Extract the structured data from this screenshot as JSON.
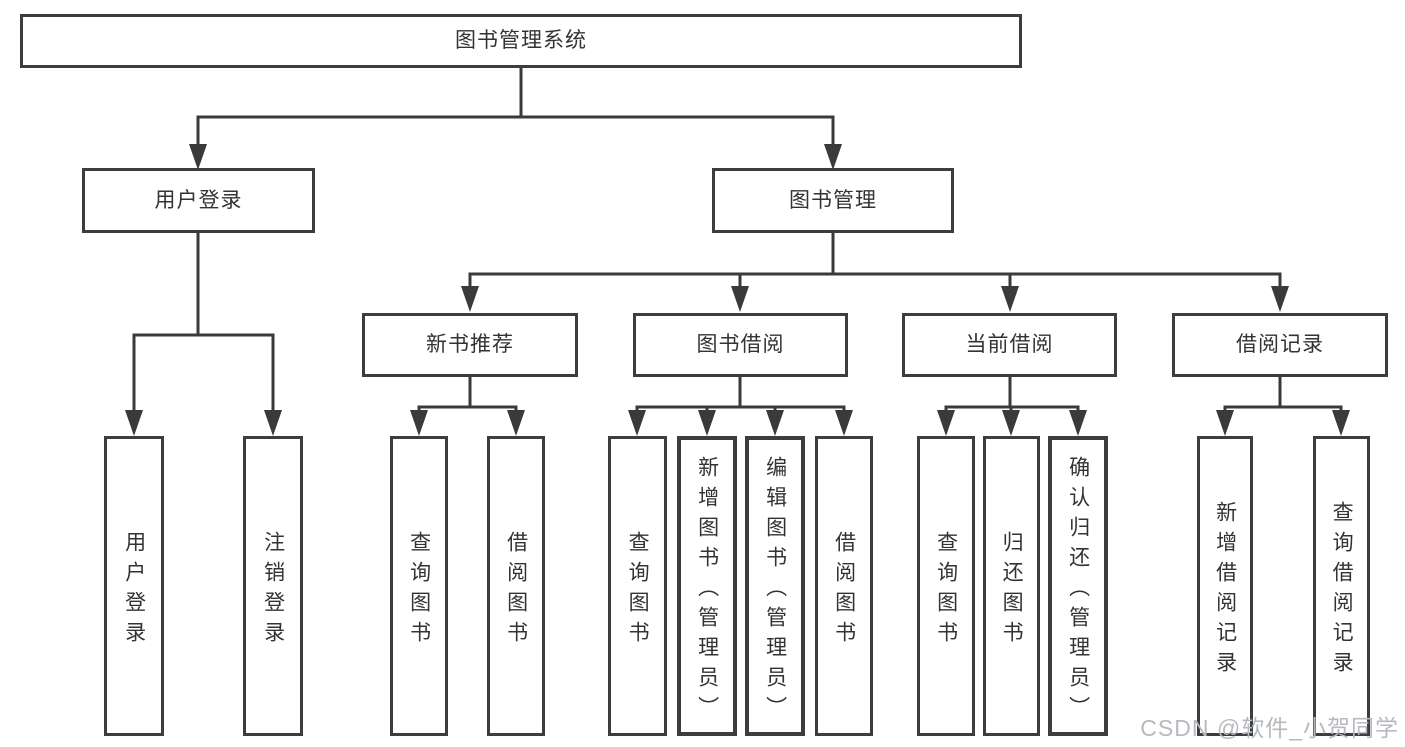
{
  "colors": {
    "background": "#ffffff",
    "line": "#3a3a3a",
    "box_border": "#3d3d3d",
    "text": "#333333",
    "watermark": "#b6babe"
  },
  "diagram": {
    "root": {
      "label": "图书管理系统"
    },
    "level2": [
      {
        "label": "用户登录"
      },
      {
        "label": "图书管理"
      }
    ],
    "level3": [
      {
        "label": "新书推荐"
      },
      {
        "label": "图书借阅"
      },
      {
        "label": "当前借阅"
      },
      {
        "label": "借阅记录"
      }
    ],
    "leaves": {
      "user_login": [
        {
          "label": "用户登录"
        },
        {
          "label": "注销登录"
        }
      ],
      "new_books": [
        {
          "label": "查询图书"
        },
        {
          "label": "借阅图书"
        }
      ],
      "book_borrow": [
        {
          "label": "查询图书"
        },
        {
          "label": "新增图书（管理员）"
        },
        {
          "label": "编辑图书（管理员）"
        },
        {
          "label": "借阅图书"
        }
      ],
      "current_borrow": [
        {
          "label": "查询图书"
        },
        {
          "label": "归还图书"
        },
        {
          "label": "确认归还（管理员）"
        }
      ],
      "borrow_records": [
        {
          "label": "新增借阅记录"
        },
        {
          "label": "查询借阅记录"
        }
      ]
    }
  },
  "watermark": {
    "text": "CSDN @软件_小贺同学"
  }
}
